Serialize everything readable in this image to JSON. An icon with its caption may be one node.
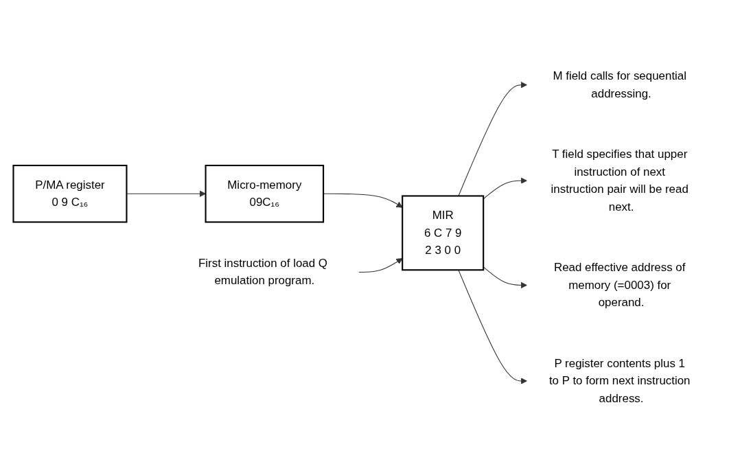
{
  "diagram": {
    "nodes": [
      {
        "text": [
          "P/MA register",
          "0 9 C₁₆"
        ]
      },
      {
        "text": [
          "Micro-memory",
          "09C₁₆"
        ]
      },
      {
        "text": [
          "MIR",
          "6 C 7 9",
          "2 3 0 0"
        ]
      },
      {
        "text": [
          "First instruction of load Q emulation program."
        ]
      },
      {
        "text": [
          "M field calls for sequential addressing."
        ]
      },
      {
        "text": [
          "T field specifies that upper instruction of next instruction pair will be read next."
        ]
      },
      {
        "text": [
          "Read effective address of memory (=0003) for operand."
        ]
      },
      {
        "text": [
          "P register contents plus 1 to P to form next instruction address."
        ]
      }
    ],
    "edges": [
      {
        "from": 0,
        "to": 1,
        "arrow": "to"
      },
      {
        "from": 1,
        "to": 2,
        "arrow": "to"
      },
      {
        "from": 3,
        "to": 2,
        "arrow": "to"
      },
      {
        "from": 2,
        "to": 4,
        "arrow": "to"
      },
      {
        "from": 2,
        "to": 5,
        "arrow": "to"
      },
      {
        "from": 2,
        "to": 6,
        "arrow": "to"
      },
      {
        "from": 2,
        "to": 7,
        "arrow": "to"
      }
    ]
  }
}
